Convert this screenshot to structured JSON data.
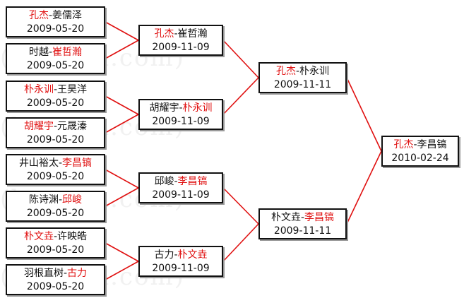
{
  "watermark": "(hoetom.com)",
  "colors": {
    "winner": "#e01010",
    "connector": "#e01010",
    "border": "#111111"
  },
  "round1": [
    {
      "p1": "孔杰",
      "p2": "姜儒泽",
      "winner": 1,
      "date": "2009-05-20"
    },
    {
      "p1": "时越",
      "p2": "崔哲瀚",
      "winner": 2,
      "date": "2009-05-20"
    },
    {
      "p1": "朴永训",
      "p2": "王昊洋",
      "winner": 1,
      "date": "2009-05-20"
    },
    {
      "p1": "胡耀宇",
      "p2": "元晟溱",
      "winner": 1,
      "date": "2009-05-20"
    },
    {
      "p1": "井山裕太",
      "p2": "李昌镐",
      "winner": 2,
      "date": "2009-05-20"
    },
    {
      "p1": "陈诗渊",
      "p2": "邱峻",
      "winner": 2,
      "date": "2009-05-20"
    },
    {
      "p1": "朴文垚",
      "p2": "许映皓",
      "winner": 1,
      "date": "2009-05-20"
    },
    {
      "p1": "羽根直树",
      "p2": "古力",
      "winner": 2,
      "date": "2009-05-20"
    }
  ],
  "round2": [
    {
      "p1": "孔杰",
      "p2": "崔哲瀚",
      "winner": 1,
      "date": "2009-11-09"
    },
    {
      "p1": "胡耀宇",
      "p2": "朴永训",
      "winner": 2,
      "date": "2009-11-09"
    },
    {
      "p1": "邱峻",
      "p2": "李昌镐",
      "winner": 2,
      "date": "2009-11-09"
    },
    {
      "p1": "古力",
      "p2": "朴文垚",
      "winner": 2,
      "date": "2009-11-09"
    }
  ],
  "round3": [
    {
      "p1": "孔杰",
      "p2": "朴永训",
      "winner": 1,
      "date": "2009-11-11"
    },
    {
      "p1": "朴文垚",
      "p2": "李昌镐",
      "winner": 2,
      "date": "2009-11-11"
    }
  ],
  "final": [
    {
      "p1": "孔杰",
      "p2": "李昌镐",
      "winner": 1,
      "date": "2010-02-24"
    }
  ]
}
